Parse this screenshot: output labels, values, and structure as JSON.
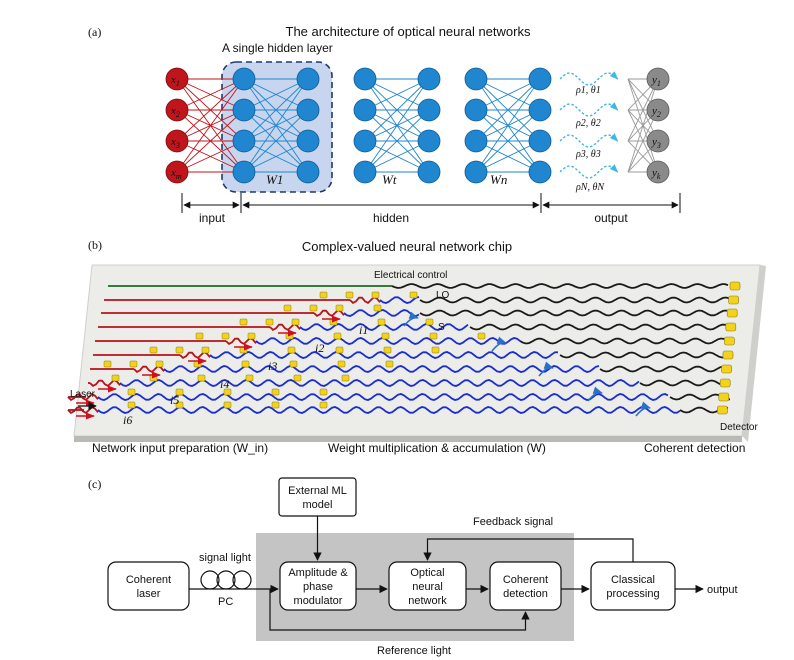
{
  "panel_a": {
    "label": "(a)",
    "title": "The architecture of optical neural networks",
    "hidden_layer_label": "A single hidden layer",
    "inputs": [
      "x1",
      "x2",
      "x3",
      "xm"
    ],
    "outputs": [
      "y1",
      "y2",
      "y3",
      "yk"
    ],
    "weights": [
      "W1",
      "Wt",
      "Wn"
    ],
    "mode_labels": [
      "ρ1, θ1",
      "ρ2, θ2",
      "ρ3, θ3",
      "ρN, θN"
    ],
    "brackets": {
      "input": "input",
      "hidden": "hidden",
      "output": "output"
    },
    "colors": {
      "input": "#c0151b",
      "hidden": "#1f86cf",
      "output": "#8a8a8a",
      "highlight": "#c7d6ee",
      "wave": "#3fb6e6"
    }
  },
  "panel_b": {
    "label": "(b)",
    "title": "Complex-valued neural network chip",
    "electrical_control": "Electrical control",
    "lo_label": "LO",
    "s_label": "S",
    "laser_label": "Laser",
    "detector_label": "Detector",
    "input_indices": [
      "i1",
      "i2",
      "i3",
      "i4",
      "i5",
      "i6"
    ],
    "section_input": "Network input preparation (W_in)",
    "section_weight": "Weight multiplication & accumulation (W)",
    "section_detection": "Coherent detection",
    "colors": {
      "red": "#b5121b",
      "blue": "#1b2fd0",
      "black": "#1a1a1a",
      "green": "#1d6b22",
      "heater": "#f3d21c",
      "chip": "#e9e9e6"
    }
  },
  "panel_c": {
    "label": "(c)",
    "external_ml": "External ML model",
    "feedback": "Feedback signal",
    "coherent_laser": "Coherent laser",
    "signal_light": "signal light",
    "pc": "PC",
    "modulator": "Amplitude & phase modulator",
    "onn": "Optical neural network",
    "detection": "Coherent detection",
    "classical": "Classical processing",
    "output": "output",
    "reference": "Reference light",
    "colors": {
      "background": "#c4c4c4"
    }
  }
}
